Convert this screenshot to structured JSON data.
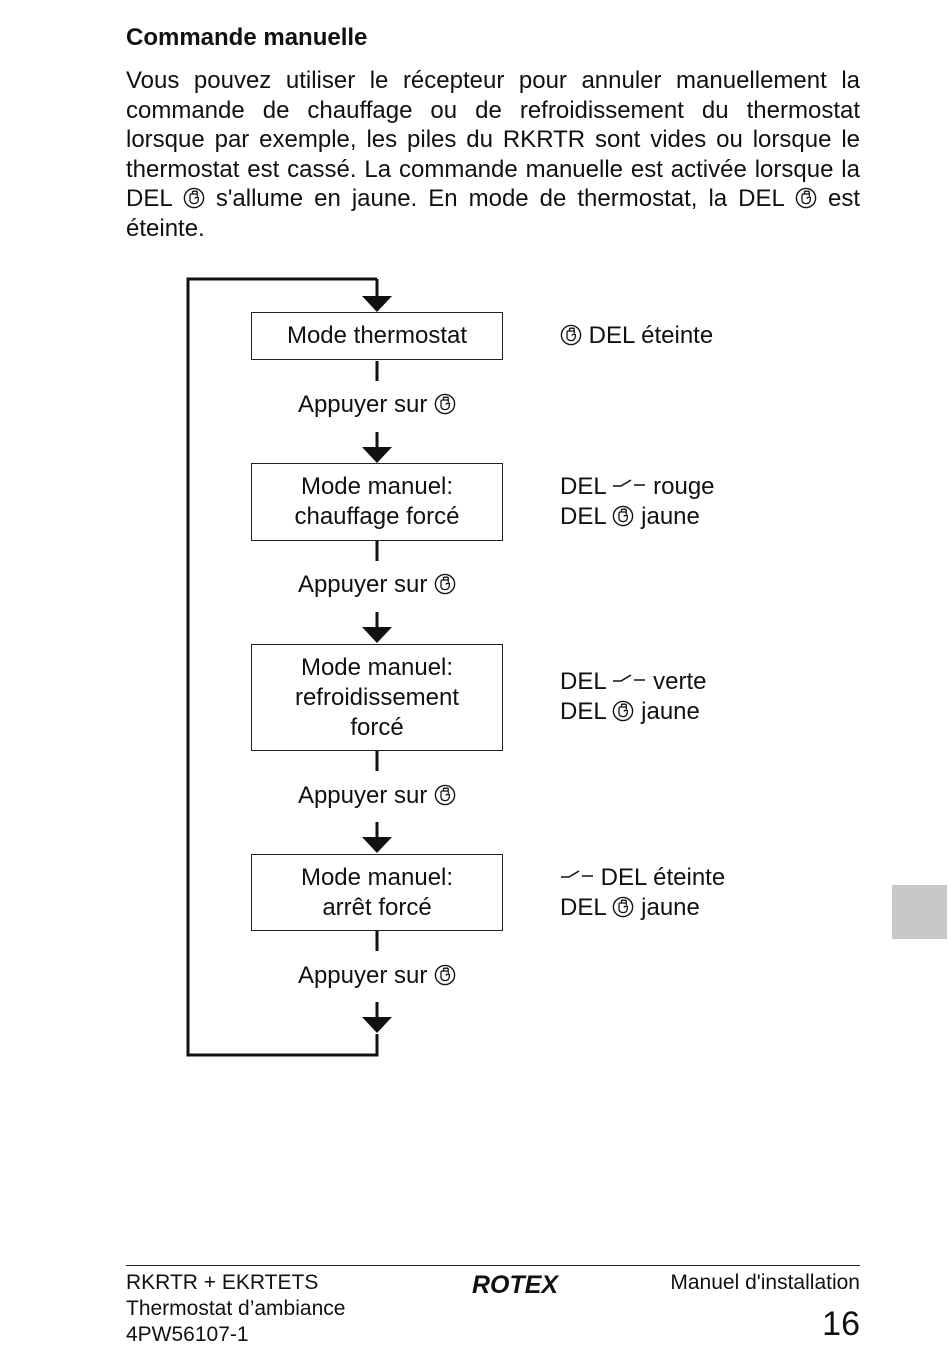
{
  "heading": "Commande manuelle",
  "intro": {
    "p1": "Vous pouvez utiliser le récepteur pour annuler manuellement la commande de chauffage ou de refroidissement du thermostat lorsque par exemple, les piles du RKRTR sont vides ou lorsque le thermostat est cassé. La commande manuelle est activée lorsque la DEL",
    "p2": "s'allume en jaune. En mode de thermostat, la DEL",
    "p3": "est éteinte."
  },
  "diagram": {
    "modes": [
      {
        "lines": [
          "Mode thermostat"
        ]
      },
      {
        "lines": [
          "Mode manuel:",
          "chauffage forcé"
        ]
      },
      {
        "lines": [
          "Mode manuel:",
          "refroidissement",
          "forcé"
        ]
      },
      {
        "lines": [
          "Mode manuel:",
          "arrêt forcé"
        ]
      }
    ],
    "press_label": "Appuyer sur",
    "status": {
      "s1": {
        "a": "DEL éteinte"
      },
      "s2": {
        "a1": "DEL",
        "a2": "rouge",
        "b1": "DEL",
        "b2": "jaune"
      },
      "s3": {
        "a1": "DEL",
        "a2": "verte",
        "b1": "DEL",
        "b2": "jaune"
      },
      "s4": {
        "a": "DEL éteinte",
        "b1": "DEL",
        "b2": "jaune"
      }
    }
  },
  "icons": {
    "manual": "hand-press-icon",
    "switch": "switch-contact-icon"
  },
  "footer": {
    "product": "RKRTR + EKRTETS",
    "subtitle": "Thermostat d’ambiance",
    "code": "4PW56107-1",
    "logo": "ROTEX",
    "manual": "Manuel d'installation",
    "page": "16"
  },
  "colors": {
    "text": "#111111",
    "tab": "#c8c8c8"
  }
}
